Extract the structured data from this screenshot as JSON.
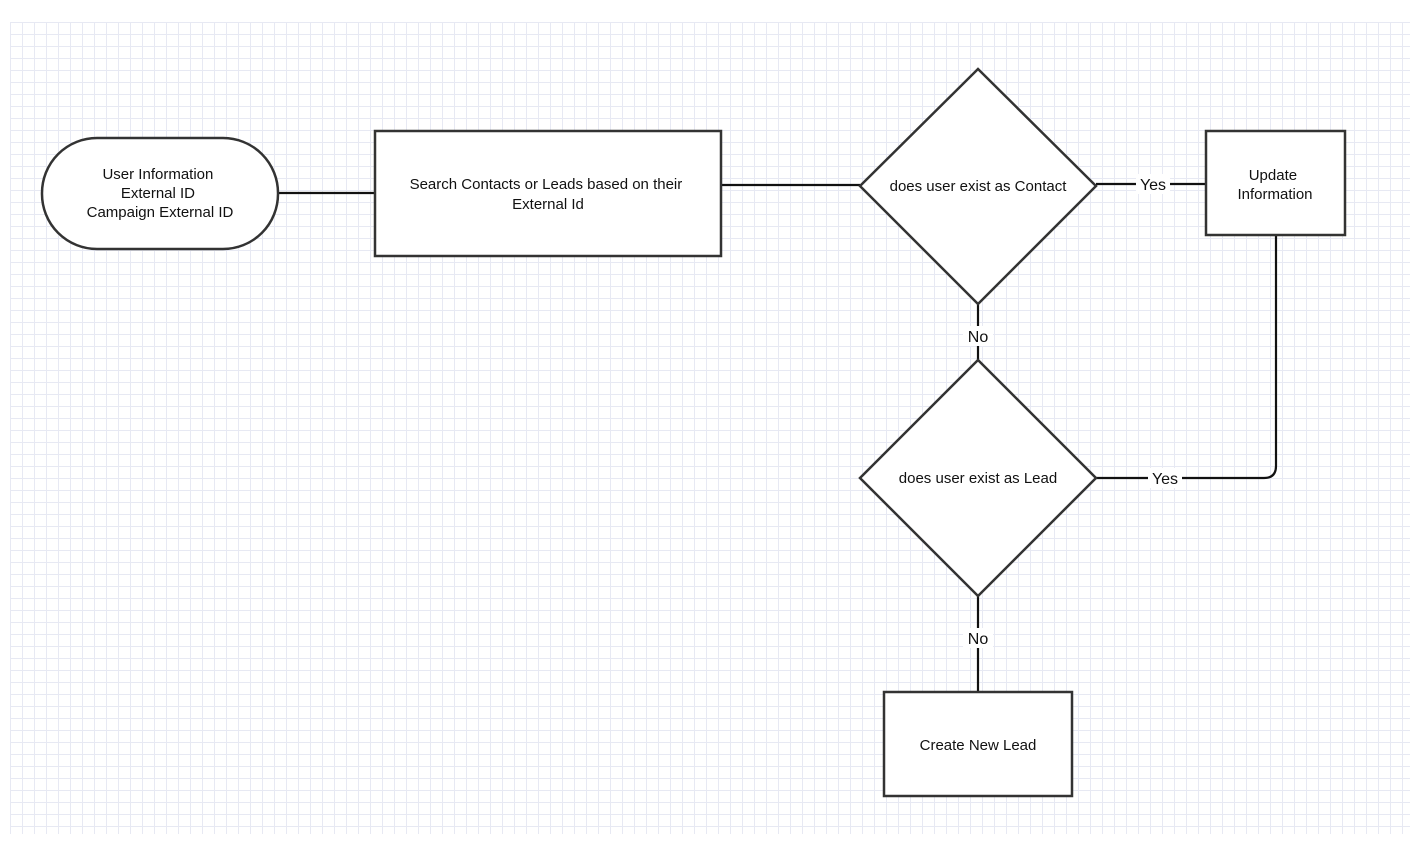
{
  "diagram": {
    "nodes": {
      "user_info": {
        "lines": [
          "User Information",
          "External ID",
          "Campaign External ID"
        ]
      },
      "search": {
        "lines": [
          "Search Contacts or Leads based on their",
          "External Id"
        ]
      },
      "decision_contact": {
        "lines": [
          "does user exist as Contact"
        ]
      },
      "update_info": {
        "lines": [
          "Update",
          "Information"
        ]
      },
      "decision_lead": {
        "lines": [
          "does user exist as Lead"
        ]
      },
      "create_lead": {
        "lines": [
          "Create New Lead"
        ]
      }
    },
    "edges": {
      "contact_yes": "Yes",
      "contact_no": "No",
      "lead_yes": "Yes",
      "lead_no": "No"
    }
  }
}
